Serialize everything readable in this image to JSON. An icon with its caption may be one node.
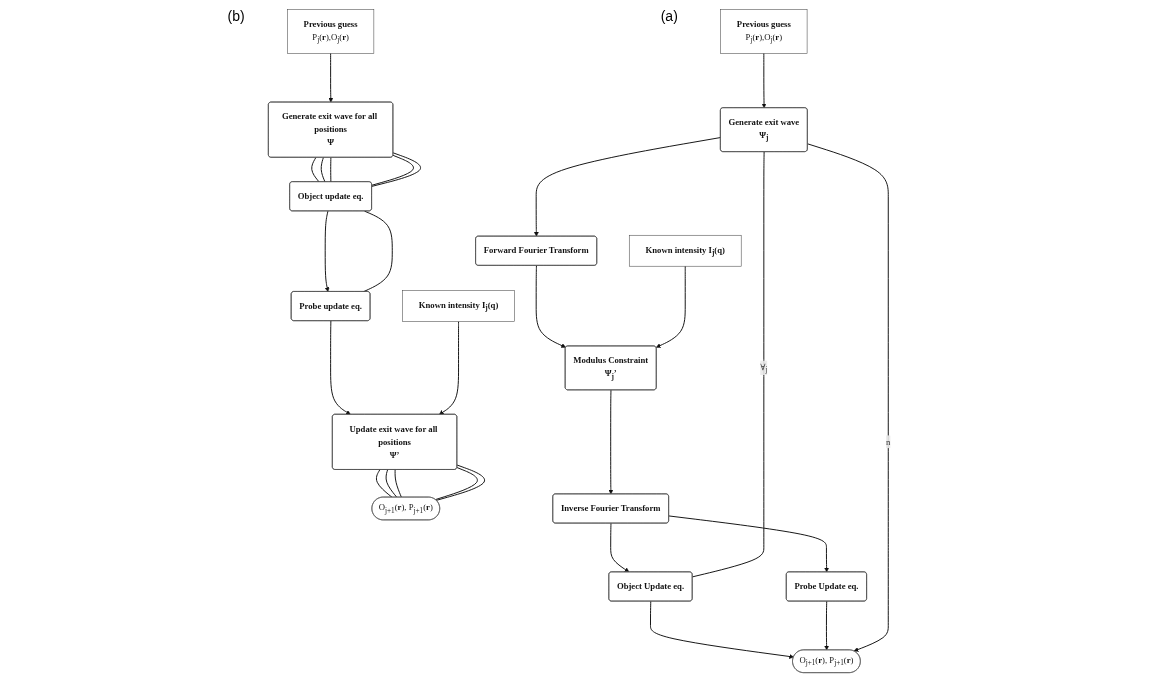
{
  "diagram": {
    "nodes": [
      {
        "text": [
          "Previous guess",
          "P$_{j}$(**r**),O$_{j}$(**r**)"
        ]
      },
      {
        "text": [
          "Generate exit wave",
          "Ψ$_{j}$"
        ]
      },
      {
        "text": [
          "Forward Fourier Transform"
        ]
      },
      {
        "text": [
          "Modulus Constraint",
          "Ψ$_{j}$’"
        ]
      },
      {
        "text": [
          "Known intensity I$_{j}$(**q**)"
        ]
      },
      {
        "text": [
          "Inverse Fourier Transform"
        ]
      },
      {
        "text": [
          "Object Update eq."
        ]
      },
      {
        "text": [
          "Probe Update eq."
        ]
      },
      {
        "text": [
          "O$_{j+1}$(**r**), P$_{j+1}$(**r**)"
        ]
      },
      {
        "text": [
          "Previous guess",
          "P$_{j}$(**r**),O$_{j}$(**r**)"
        ]
      },
      {
        "text": [
          "Generate exit wave for all positions",
          "Ψ"
        ]
      },
      {
        "text": [
          "Object update eq."
        ]
      },
      {
        "text": [
          "Probe update eq."
        ]
      },
      {
        "text": [
          "Update exit wave for all positions",
          "Ψ’"
        ]
      },
      {
        "text": [
          "Known intensity I$_{j}$(**q**)"
        ]
      },
      {
        "text": [
          "O$_{j+1}$(**r**), P$_{j+1}$(**r**)"
        ]
      }
    ],
    "edges": [
      {
        "from": 0,
        "to": 1,
        "arrow": "to"
      },
      {
        "from": 1,
        "to": 2,
        "arrow": "to"
      },
      {
        "from": 2,
        "to": 3,
        "arrow": "to"
      },
      {
        "from": 4,
        "to": 3,
        "arrow": "to"
      },
      {
        "from": 3,
        "to": 5,
        "arrow": "to"
      },
      {
        "from": 5,
        "to": 6,
        "arrow": "to"
      },
      {
        "from": 5,
        "to": 7,
        "arrow": "to"
      },
      {
        "from": 6,
        "to": 8,
        "arrow": "to"
      },
      {
        "from": 7,
        "to": 8,
        "arrow": "to"
      },
      {
        "from": 1,
        "to": 8,
        "arrow": "to",
        "label": "n"
      },
      {
        "from": 1,
        "to": 6,
        "arrow": "none",
        "label": "∀$_{j}$"
      },
      {
        "from": 9,
        "to": 10,
        "arrow": "to"
      },
      {
        "from": 10,
        "to": 11,
        "arrow": "none"
      },
      {
        "from": 10,
        "to": 11,
        "arrow": "none"
      },
      {
        "from": 10,
        "to": 11,
        "arrow": "none"
      },
      {
        "from": 10,
        "to": 11,
        "arrow": "none"
      },
      {
        "from": 10,
        "to": 11,
        "arrow": "none"
      },
      {
        "from": 11,
        "to": 12,
        "arrow": "to"
      },
      {
        "from": 11,
        "to": 12,
        "arrow": "none"
      },
      {
        "from": 12,
        "to": 13,
        "arrow": "to"
      },
      {
        "from": 14,
        "to": 13,
        "arrow": "to"
      },
      {
        "from": 13,
        "to": 15,
        "arrow": "none"
      },
      {
        "from": 13,
        "to": 15,
        "arrow": "none"
      },
      {
        "from": 13,
        "to": 15,
        "arrow": "none"
      },
      {
        "from": 13,
        "to": 15,
        "arrow": "none"
      },
      {
        "from": 13,
        "to": 15,
        "arrow": "none"
      }
    ],
    "labels": [
      "(a)",
      "(b)"
    ]
  }
}
